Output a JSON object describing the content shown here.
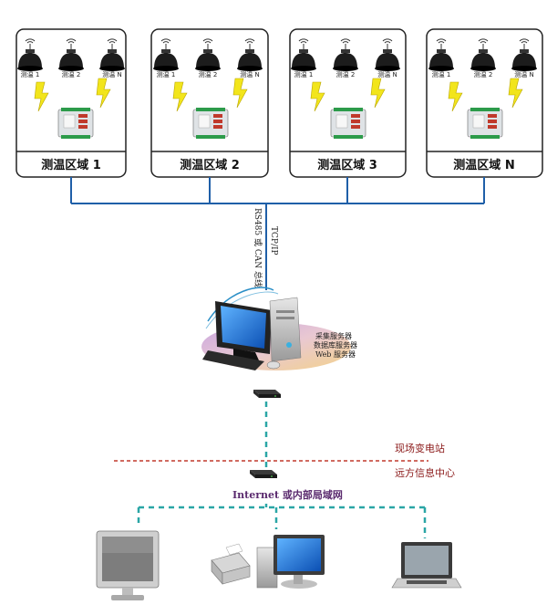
{
  "zones": [
    {
      "title": "测温区域 1",
      "sensors": [
        "测温 1",
        "测温 2",
        "测温 N"
      ]
    },
    {
      "title": "测温区域 2",
      "sensors": [
        "测温 1",
        "测温 2",
        "测温 N"
      ]
    },
    {
      "title": "测温区域 3",
      "sensors": [
        "测温 1",
        "测温 2",
        "测温 N"
      ]
    },
    {
      "title": "测温区域 N",
      "sensors": [
        "测温 1",
        "测温 2",
        "测温 N"
      ]
    }
  ],
  "bus": {
    "left_label": "RS485 或 CAN 总线",
    "right_label": "TCP/IP"
  },
  "server": {
    "roles": [
      "采集服务器",
      "数据库服务器",
      "Web 服务器"
    ]
  },
  "boundary": {
    "upper": "现场变电站",
    "lower": "远方信息中心"
  },
  "network": {
    "label": "Internet 或内部局域网"
  },
  "colors": {
    "bus": "#1f5fa8",
    "network": "#2aa6a6",
    "boundary": "#c0392b",
    "boundary_text": "#8b1a1a",
    "lightning": "#f2e51c"
  },
  "clients": [
    "monitor-icon",
    "printer-icon",
    "laptop-icon"
  ]
}
